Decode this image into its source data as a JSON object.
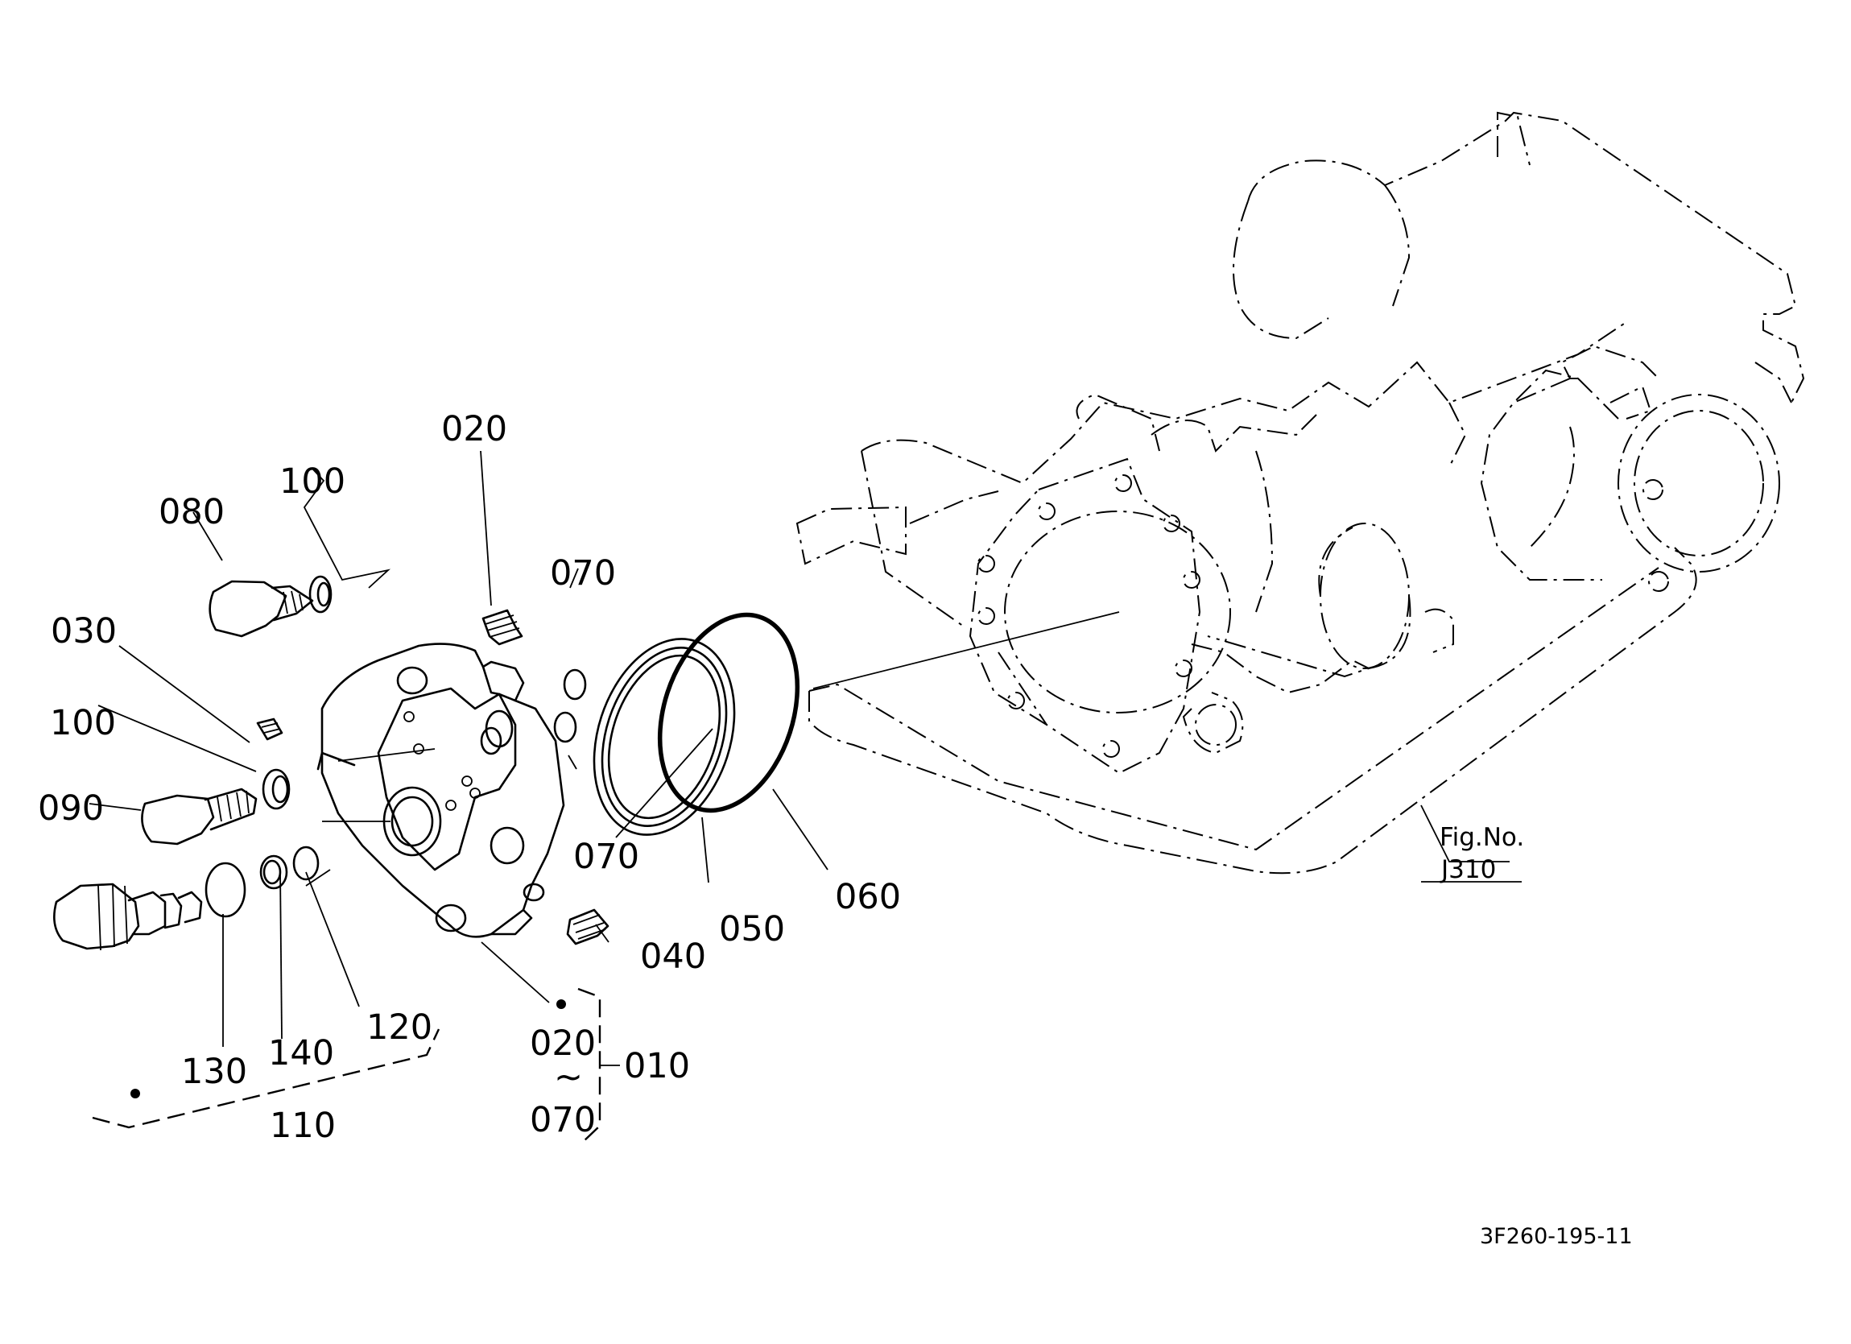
{
  "labels": {
    "p020_top": "020",
    "p100_top": "100",
    "p080": "080",
    "p070_top": "070",
    "p030": "030",
    "p100_mid": "100",
    "p090": "090",
    "p070_mid": "070",
    "p050": "050",
    "p060": "060",
    "p040": "040",
    "p130": "130",
    "p140": "140",
    "p120": "120",
    "p110": "110",
    "range_start": "020",
    "range_sep": "~",
    "range_end": "070",
    "p010": "010"
  },
  "fig_ref": {
    "label": "Fig.No.",
    "number": "J310"
  },
  "drawing_code": "3F260-195-11"
}
